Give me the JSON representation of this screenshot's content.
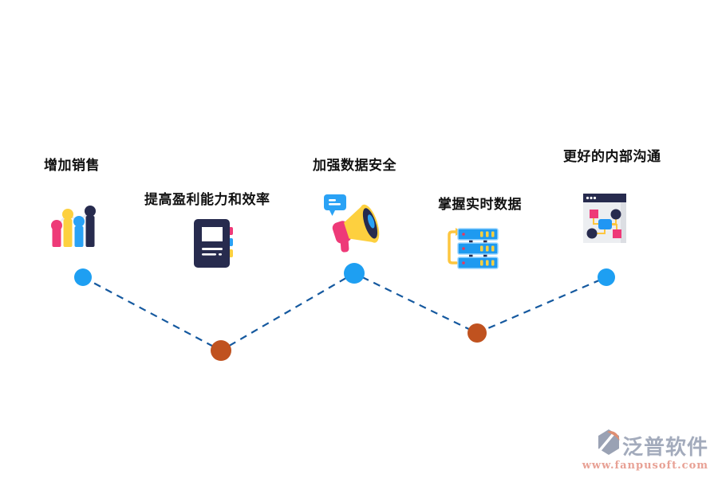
{
  "diagram": {
    "items": [
      {
        "label": "增加销售",
        "icon": "bar-chart-icon"
      },
      {
        "label": "提高盈利能力和效率",
        "icon": "notebook-icon"
      },
      {
        "label": "加强数据安全",
        "icon": "megaphone-icon"
      },
      {
        "label": "掌握实时数据",
        "icon": "server-stack-icon"
      },
      {
        "label": "更好的内部沟通",
        "icon": "window-flowchart-icon"
      }
    ],
    "timeline": {
      "line_color": "#15599f",
      "dot_colors": [
        "#1e9ff2",
        "#c0521f",
        "#1e9ff2",
        "#c0521f",
        "#1e9ff2"
      ]
    },
    "palette": {
      "pink": "#ee3a78",
      "yellow": "#fdd03f",
      "blue": "#2aa2f5",
      "navy": "#272b4e"
    }
  },
  "watermark": {
    "brand": "泛普软件",
    "url": "www.fanpusoft.com",
    "brand_color": "#a3abbc",
    "url_color": "#e8a195"
  }
}
